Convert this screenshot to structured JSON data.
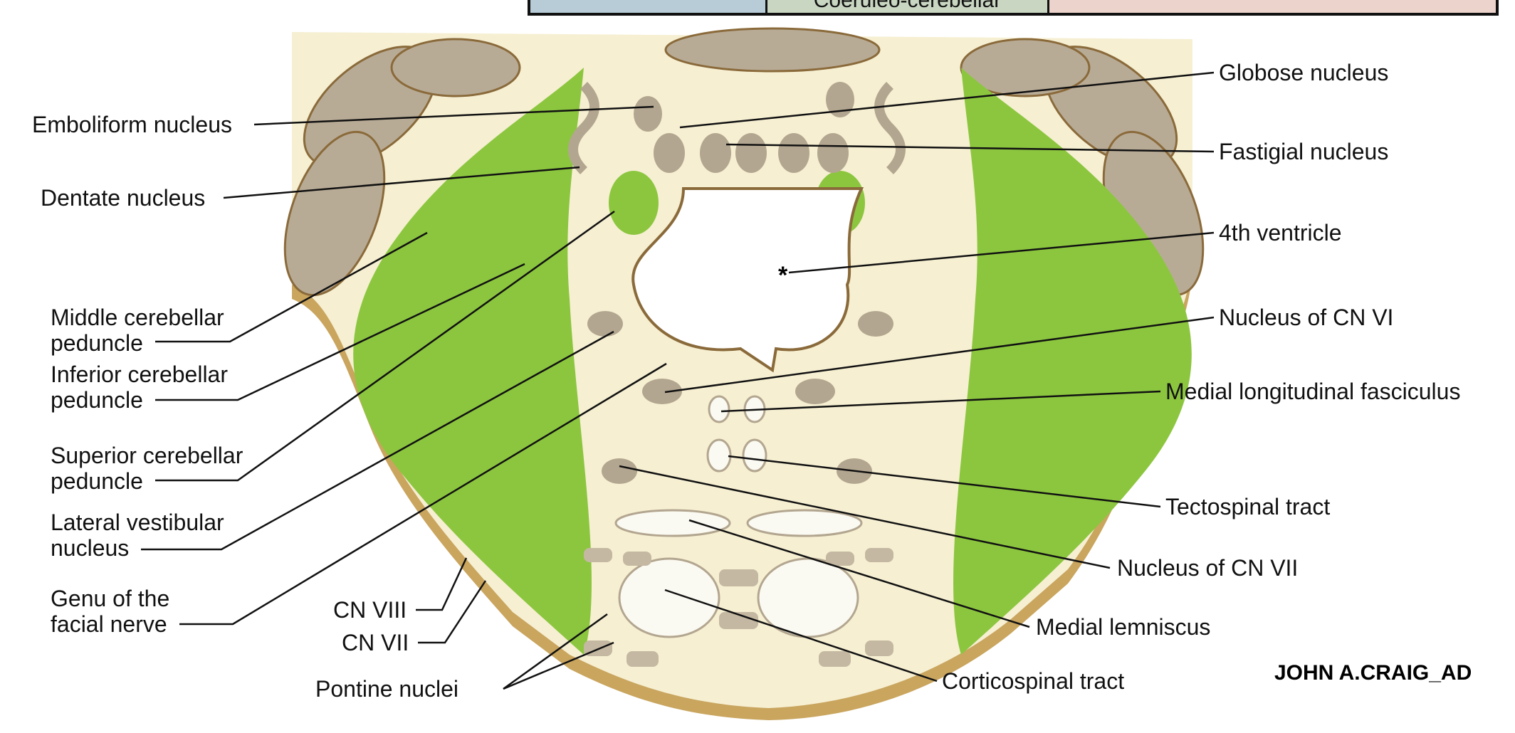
{
  "table_fragment": {
    "cells": [
      "",
      "Coeruleo-cerebellar",
      ""
    ],
    "colors": [
      "#b7ccd6",
      "#c9d6c2",
      "#ecd3cc"
    ]
  },
  "labels_left": {
    "emboliform": "Emboliform nucleus",
    "dentate": "Dentate nucleus",
    "middle_cp": [
      "Middle cerebellar",
      "peduncle"
    ],
    "inferior_cp": [
      "Inferior cerebellar",
      "peduncle"
    ],
    "superior_cp": [
      "Superior cerebellar",
      "peduncle"
    ],
    "lateral_vestibular": [
      "Lateral vestibular",
      "nucleus"
    ],
    "genu": [
      "Genu of the",
      "facial nerve"
    ],
    "cn8": "CN VIII",
    "cn7": "CN VII",
    "pontine": "Pontine nuclei"
  },
  "labels_right": {
    "globose": "Globose nucleus",
    "fastigial": "Fastigial nucleus",
    "ventricle": "4th ventricle",
    "cn6": "Nucleus of CN VI",
    "mlf": "Medial longitudinal fasciculus",
    "tectospinal": "Tectospinal tract",
    "cn7_nucleus": "Nucleus of CN VII",
    "medial_lemniscus": "Medial lemniscus",
    "corticospinal": "Corticospinal tract"
  },
  "asterisk": "*",
  "signature": "JOHN A.CRAIG_AD",
  "colors": {
    "green": "#8cc63f",
    "tissue": "#f6efd2",
    "nuclei": "#b3a690",
    "edge": "#9c7a3c"
  }
}
